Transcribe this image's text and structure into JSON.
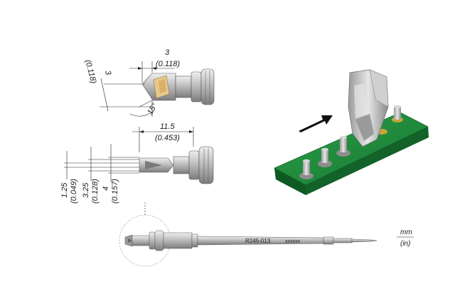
{
  "dimensions": {
    "top_width_mm": "3",
    "top_width_in": "(0.118)",
    "top_height_mm": "3",
    "top_height_in": "(0.118)",
    "angle": "15°",
    "length_mm": "11.5",
    "length_in": "(0.453)",
    "d1_mm": "1.25",
    "d1_in": "(0.049)",
    "d2_mm": "3.25",
    "d2_in": "(0.128)",
    "d3_mm": "4",
    "d3_in": "(0.157)"
  },
  "cartridge": {
    "model": "R245-013",
    "serial": "xxxxxx"
  },
  "units": {
    "primary": "mm",
    "secondary": "(in)"
  },
  "colors": {
    "pcb_green": "#1f8a3a",
    "pad_gold": "#c9a43a",
    "tip_metal": "#b8b8b8",
    "tip_face": "#e9c98a",
    "arrow": "#111111"
  }
}
